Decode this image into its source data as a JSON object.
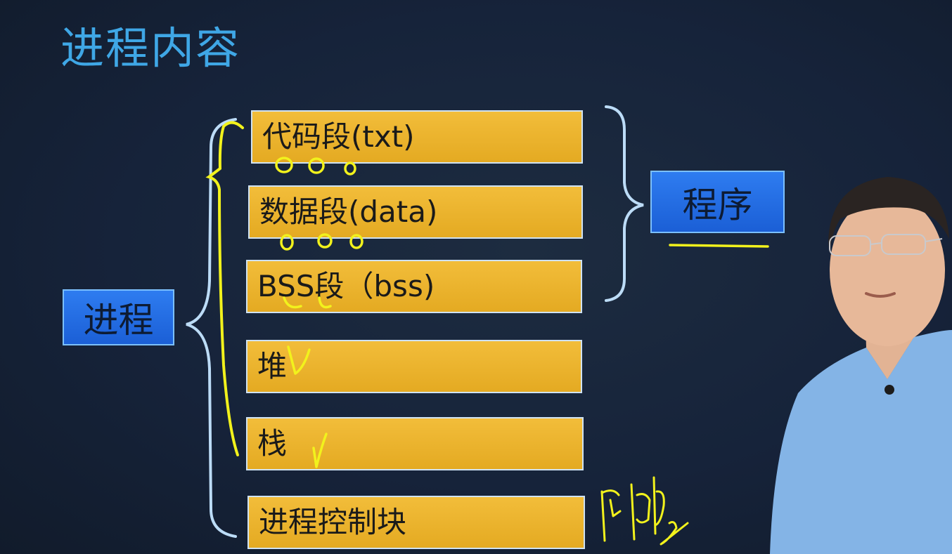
{
  "slide": {
    "title": "进程内容",
    "process_label": "进程",
    "program_label": "程序",
    "segments": [
      {
        "label": "代码段(txt)"
      },
      {
        "label": "数据段(data)"
      },
      {
        "label": "BSS段（bss)"
      },
      {
        "label": "堆"
      },
      {
        "label": "栈"
      },
      {
        "label": "进程控制块"
      }
    ]
  },
  "colors": {
    "title": "#3fa7e6",
    "segment_fill": "#e8ae26",
    "label_fill": "#2370e6",
    "bracket": "#bcdcf7",
    "annotation": "#f2f21c"
  }
}
